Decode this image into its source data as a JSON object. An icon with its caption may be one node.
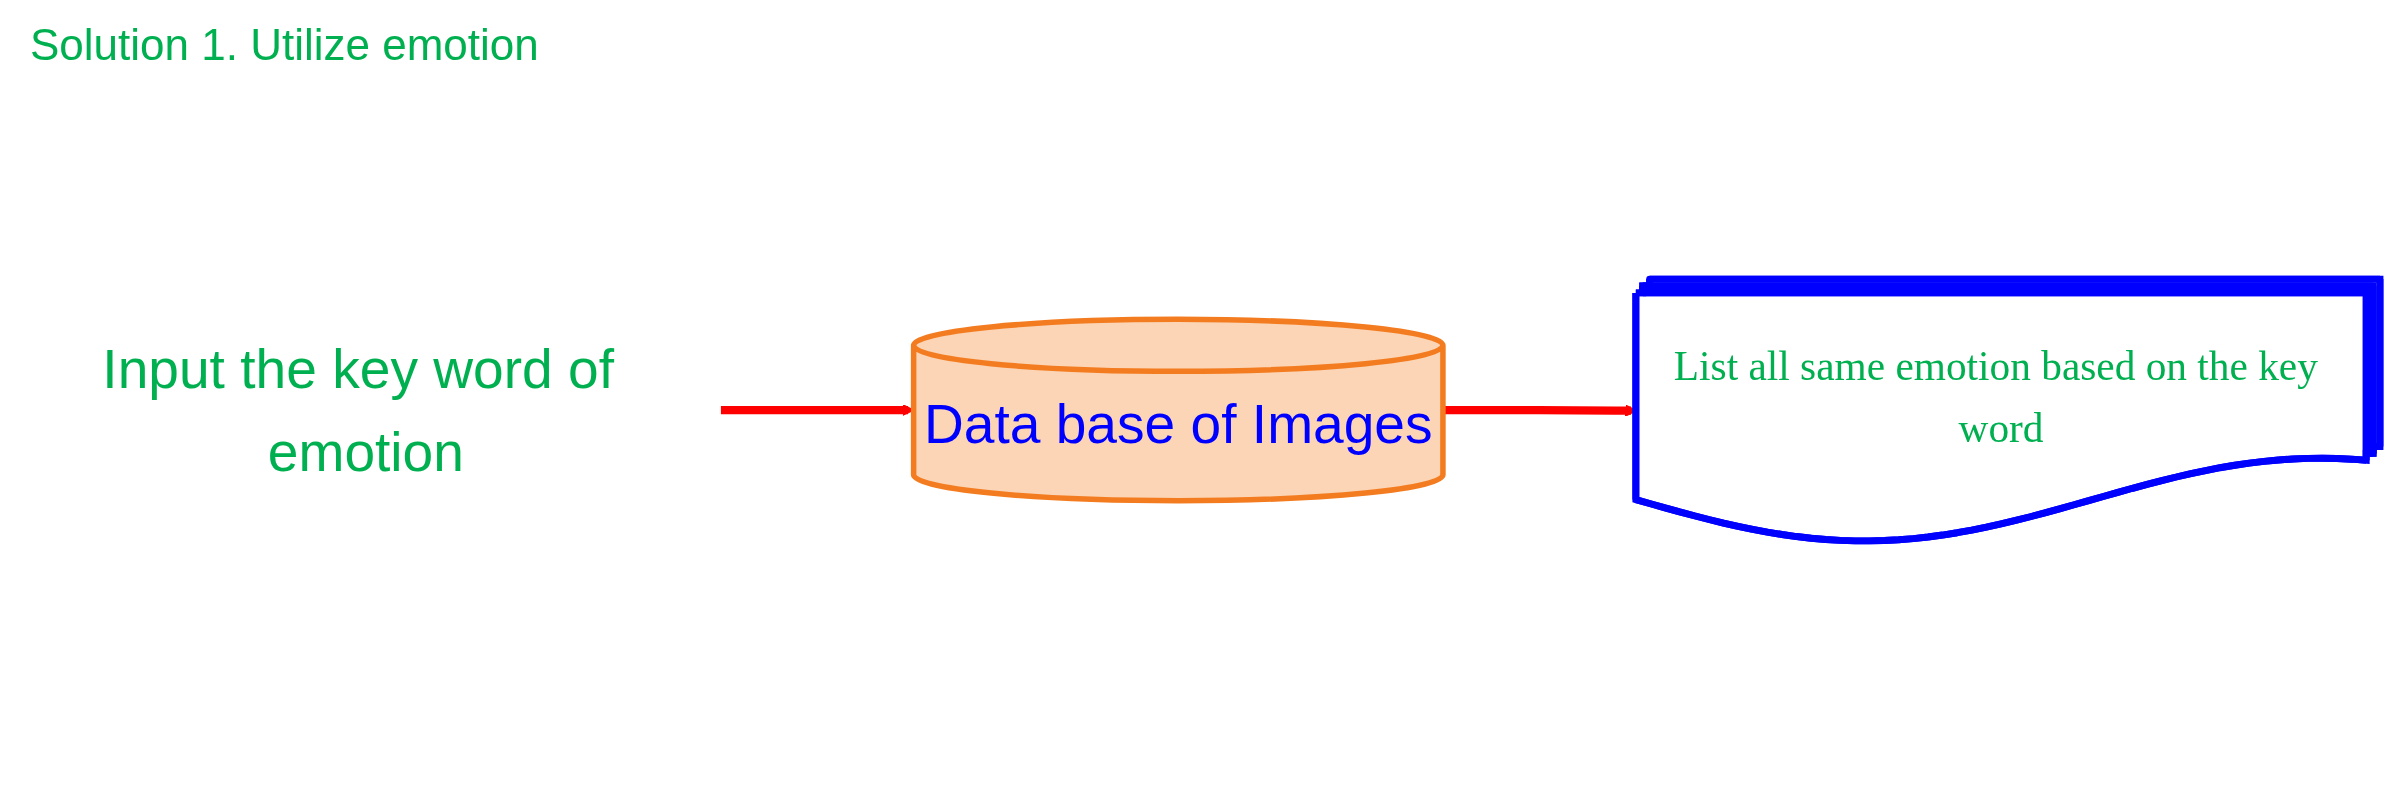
{
  "diagram": {
    "title": "Solution 1. Utilize emotion",
    "nodes": [
      {
        "text": [
          "Input the key word of emotion"
        ]
      },
      {
        "text": [
          "Data base of Images"
        ]
      },
      {
        "text": [
          "List all same emotion based on the key word"
        ]
      }
    ],
    "edges": [
      {
        "from": 0,
        "to": 1,
        "arrow": "to",
        "color": "#ff0000"
      },
      {
        "from": 1,
        "to": 2,
        "arrow": "to",
        "color": "#ff0000"
      }
    ]
  }
}
